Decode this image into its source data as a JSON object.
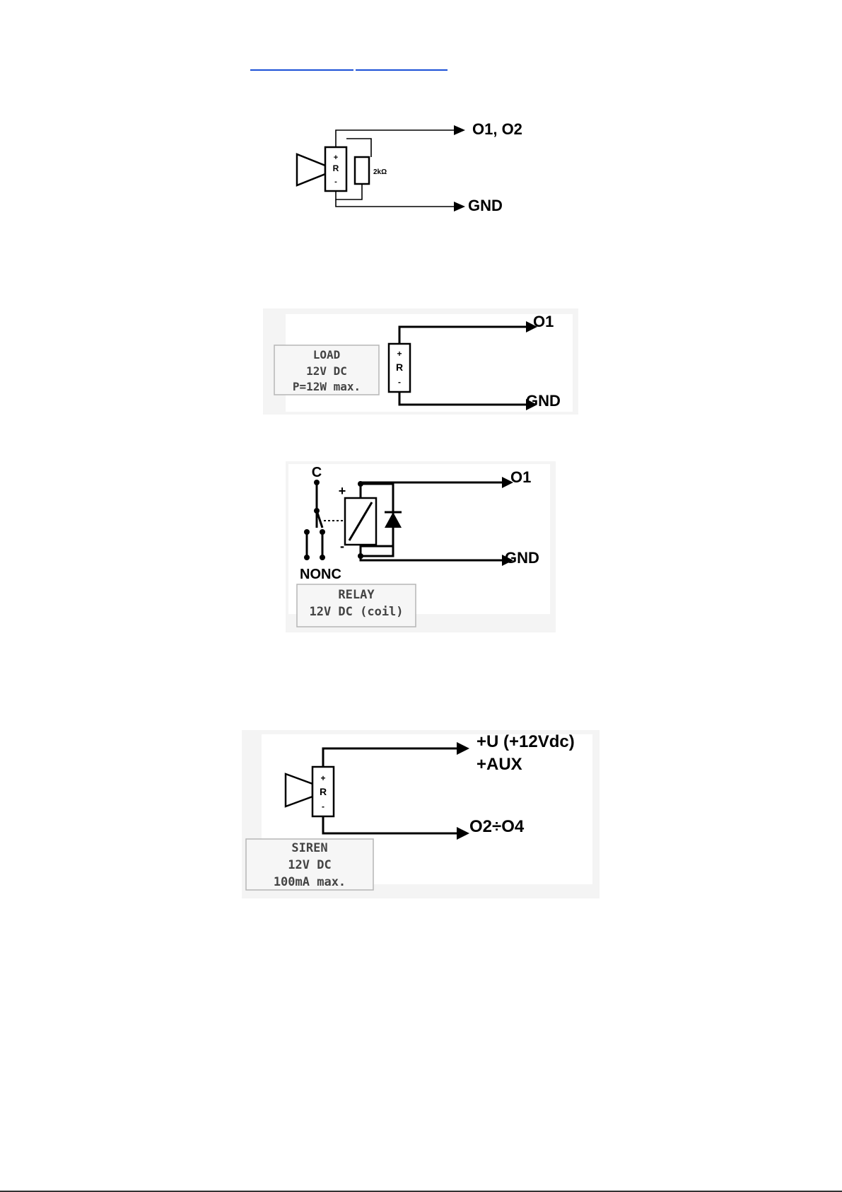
{
  "links": [
    {
      "id": "link1",
      "text": ""
    },
    {
      "id": "link2",
      "text": ""
    }
  ],
  "diagram1": {
    "terminal_top": "O1, O2",
    "terminal_bottom": "GND",
    "element_plus": "+",
    "element_letter": "R",
    "element_minus": "-",
    "resistor_label": "2kΩ"
  },
  "diagram2": {
    "terminal_top": "O1",
    "terminal_bottom": "GND",
    "element_plus": "+",
    "element_letter": "R",
    "element_minus": "-",
    "label_lines": [
      "LOAD",
      "12V DC",
      "P=12W max."
    ]
  },
  "diagram3": {
    "terminal_top": "O1",
    "terminal_bottom": "GND",
    "contact_c": "C",
    "contact_no": "NO",
    "contact_nc": "NC",
    "coil_plus": "+",
    "coil_minus": "-",
    "label_lines": [
      "RELAY",
      "12V DC (coil)"
    ]
  },
  "diagram4": {
    "terminal_top_line1": "+U (+12Vdc)",
    "terminal_top_line2": "+AUX",
    "terminal_bottom": "O2÷O4",
    "element_plus": "+",
    "element_letter": "R",
    "element_minus": "-",
    "label_lines": [
      "SIREN",
      "12V DC",
      "100mA max."
    ]
  }
}
